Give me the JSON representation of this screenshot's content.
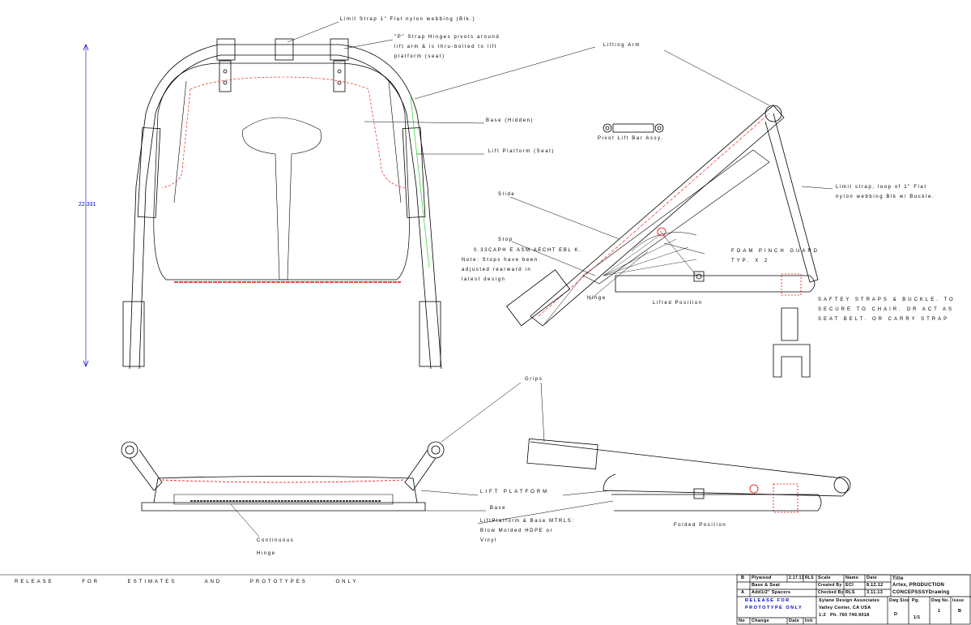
{
  "labels": {
    "limit_strap_top": "Limit Strap   1\"  Flat  nylon   webbing   (Blk.)",
    "p_strap_1": "\"P\"  Strap   Hinges   pivots   around",
    "p_strap_2": "lift arm  &  is  thru-bolted   to  lift",
    "p_strap_3": "platform   (seat)",
    "lifting_arm": "Lifting        Arm",
    "base_hidden": "Base    (Hidden)",
    "lift_platform_seat": "Lift Platform    (Seat)",
    "pivot_lift_bar": "Pivot  Lift  Bar  Assy.",
    "limit_strap_loop_1": "Limit strap,   loop   of 1\"   Flat",
    "limit_strap_loop_2": "nylon   webbing   Blk  w/  Buckle.",
    "slide": "Slide",
    "stop": "Stop",
    "stop_part": "0.33CAPH E ASM  AECHT EBL K.",
    "note_1": "Note:    Stops    have    been",
    "note_2": "adjusted     rearward        in",
    "note_3": "latest    design",
    "foam_guard_1": "FOAM  PINCH  GUARD",
    "foam_guard_2": "TYP. X 2",
    "hinge": "Hinge",
    "lifted_position": "Lifted       Position",
    "safety_1": "SAFTEY  STRAPS  &  BUCKLE.   TO",
    "safety_2": "SECURE   TO  CHAIR.  OR  ACT  AS",
    "safety_3": "SEAT  BELT.  OR  CARRY  STRAP",
    "grips": "Grips",
    "lift_platform": "LIFT      PLATFORM",
    "base": "Base",
    "materials_1": "LiftPlatform & Base   MTRLS:",
    "materials_2": "Blow    Molded   HDPE   or",
    "materials_3": "Vinyl",
    "folded_position": "Folded         Position",
    "continuous": "Continuous",
    "continuous_hinge": "Hinge"
  },
  "dimension": "22.331",
  "release_note": "RELEASE FOR ESTIMATES AND PROTOTYPES ONLY",
  "title_block": {
    "rev_b": "B",
    "rev_b_change": "Plywood",
    "rev_b_date": "2.17.13",
    "rev_b_init": "RLS",
    "rev_b_change2": "Base & Seat",
    "rev_a": "A",
    "rev_a_change": "Add1/2\" Spacers",
    "release_stamp_1": "RELEASE FOR",
    "release_stamp_2": "PROTOTYPE ONLY",
    "col_no": "No",
    "col_change": "Change",
    "col_date": "Date",
    "col_init": "Init",
    "name_hdr": "Name",
    "date_hdr": "Date",
    "created_by": "Created By",
    "created_name": "ECI",
    "created_date": "8.12.12",
    "checked_by": "Checked By",
    "checked_name": "RLS",
    "checked_date": "3.11.13",
    "scale": "Scale",
    "scale_val": "1:2",
    "company_1": "Sylane Design Associates",
    "company_2": "Valley Center, CA USA",
    "company_3": "Ph. 760 749.9018",
    "title_hdr": "Title",
    "title_1": "Artex, PRODUCTION",
    "title_2": "CONCEPSSSYDrawing",
    "dwg_size_lbl": "Dwg Size",
    "dwg_size": "D",
    "pg_lbl": "Pg.",
    "pg": "1/1",
    "dwg_no_lbl": "Dwg No.",
    "dwg_no": "1",
    "issue_lbl": "Issue",
    "issue": "B"
  }
}
